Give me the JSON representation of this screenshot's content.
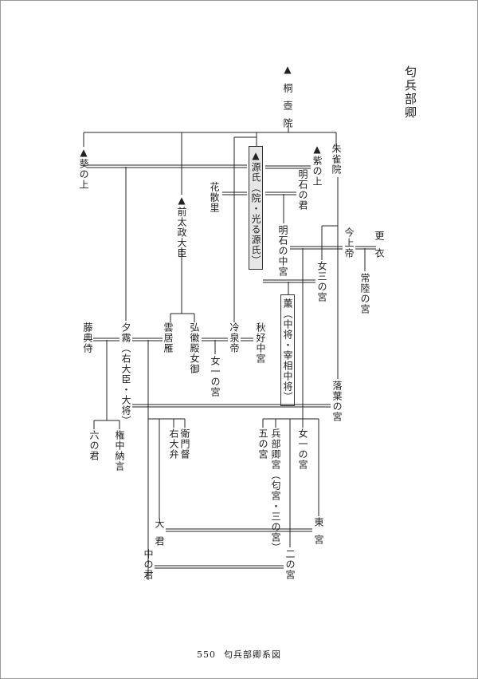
{
  "title": "匂兵部卿",
  "footer": {
    "page_number": "550",
    "caption": "匂兵部卿系図"
  },
  "names": {
    "kiritsubo": "▲桐壺院",
    "suzaku": "朱雀院",
    "aoi": "▲葵の上",
    "genji": "▲源氏（院・光る源氏）",
    "murasaki": "▲紫の上",
    "hanachirusato": "花散里",
    "akashi_kimi": "明石の君",
    "akashi_chugu": "明石の中宮",
    "saki_daijodaijin": "▲前太政大臣",
    "kinjo": "今上帝",
    "koi": "更衣",
    "onna_sannomiya": "女三の宮",
    "hitachi": "常陸の宮",
    "kaoru": "薫（中将・宰相中将）",
    "fujinoten": "藤典侍",
    "yugiri": "夕霧（右大臣・大将）",
    "kumoinokari": "雲居雁",
    "kokiden": "弘徽殿女御",
    "reizei": "冷泉帝",
    "akikonomu": "秋好中宮",
    "onna_ichinomiya_reizei": "女一の宮",
    "ochiba": "落葉の宮",
    "roku_no_kimi": "六の君",
    "gon_chunagon": "権中納言",
    "udaiben": "右大弁",
    "emon_no_kami": "衛門督",
    "go_no_miya": "五の宮",
    "niou": "兵部卿宮（匂宮・三の宮）",
    "onna_ichinomiya": "女一の宮",
    "oogimi": "大君",
    "togu": "東宮",
    "naka_no_kimi": "中の君",
    "ni_no_miya": "二の宮"
  }
}
